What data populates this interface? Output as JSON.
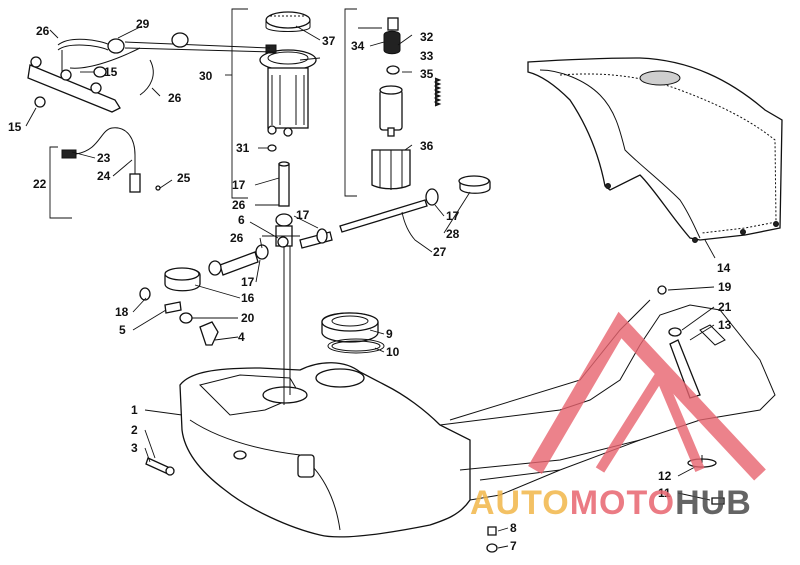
{
  "callouts": [
    "1",
    "2",
    "3",
    "4",
    "5",
    "6",
    "7",
    "8",
    "9",
    "10",
    "11",
    "12",
    "13",
    "14",
    "15",
    "15",
    "16",
    "17",
    "17",
    "17",
    "17",
    "18",
    "19",
    "20",
    "21",
    "22",
    "23",
    "24",
    "25",
    "26",
    "26",
    "26",
    "26",
    "27",
    "28",
    "29",
    "30",
    "31",
    "32",
    "33",
    "34",
    "35",
    "36",
    "37"
  ],
  "watermark": {
    "brand_part1": "AUTO",
    "brand_part2": "MOTO",
    "brand_part3": "HUB",
    "color_part1": "#f2b74a",
    "color_part2": "#e8646f",
    "color_part3": "#4a4a4a",
    "logo_color": "#e8646f"
  }
}
